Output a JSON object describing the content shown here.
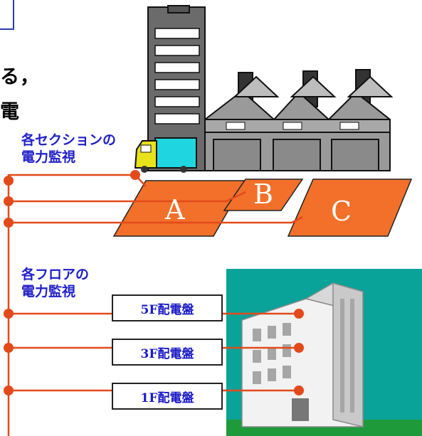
{
  "partial_text": {
    "line1": "る，",
    "line2": "電"
  },
  "captions": {
    "sections_line1": "各セクションの",
    "sections_line2": "電力監視",
    "floors_line1": "各フロアの",
    "floors_line2": "電力監視"
  },
  "zones": [
    "A",
    "B",
    "C"
  ],
  "panels": {
    "floor5": "5F配電盤",
    "floor3": "3F配電盤",
    "floor1": "1F配電盤"
  },
  "colors": {
    "wire": "#e34a1a",
    "zone_fill": "#f2702a",
    "caption_text": "#2020c8",
    "panel_text": "#1a1ac8",
    "sky": "#0aa39a",
    "lawn": "#1e9a3a"
  }
}
